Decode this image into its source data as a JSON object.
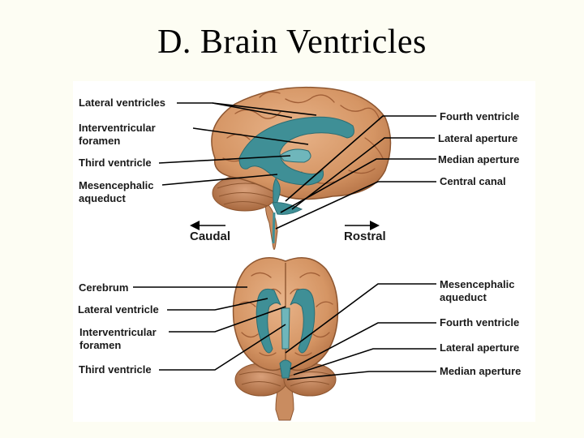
{
  "title": "D.  Brain Ventricles",
  "top_view": {
    "left_labels": {
      "lateral_ventricles": "Lateral ventricles",
      "interventricular_foramen_1": "Interventricular",
      "interventricular_foramen_2": "foramen",
      "third_ventricle": "Third ventricle",
      "mesencephalic_aqueduct_1": "Mesencephalic",
      "mesencephalic_aqueduct_2": "aqueduct"
    },
    "right_labels": {
      "fourth_ventricle": "Fourth ventricle",
      "lateral_aperture": "Lateral aperture",
      "median_aperture": "Median aperture",
      "central_canal": "Central canal"
    },
    "directions": {
      "caudal": "Caudal",
      "rostral": "Rostral"
    }
  },
  "bottom_view": {
    "left_labels": {
      "cerebrum": "Cerebrum",
      "lateral_ventricle": "Lateral ventricle",
      "interventricular_foramen_1": "Interventricular",
      "interventricular_foramen_2": "foramen",
      "third_ventricle": "Third ventricle"
    },
    "right_labels": {
      "mesencephalic_aqueduct_1": "Mesencephalic",
      "mesencephalic_aqueduct_2": "aqueduct",
      "fourth_ventricle": "Fourth ventricle",
      "lateral_aperture": "Lateral aperture",
      "median_aperture": "Median aperture"
    }
  },
  "colors": {
    "brain": "#d99a6c",
    "brain_shadow": "#b8744a",
    "gyri_line": "#a0603a",
    "ventricle": "#3f8f96",
    "ventricle_light": "#6fb6bb",
    "cerebellum": "#c98a5e",
    "leader": "#000000"
  }
}
